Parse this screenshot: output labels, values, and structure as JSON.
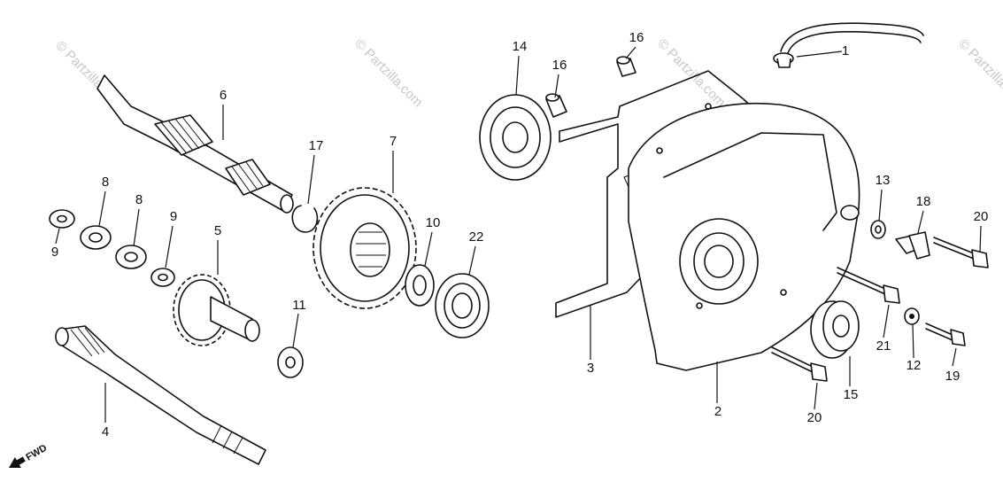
{
  "watermark": {
    "left": "© Partzilla.com",
    "repeat": "© Partzilla.com"
  },
  "fwd_label": "FWD",
  "callouts": {
    "c1": "1",
    "c2": "2",
    "c3": "3",
    "c4": "4",
    "c5": "5",
    "c6": "6",
    "c7": "7",
    "c8a": "8",
    "c8b": "8",
    "c9a": "9",
    "c9b": "9",
    "c10": "10",
    "c11": "11",
    "c12": "12",
    "c13": "13",
    "c14": "14",
    "c15": "15",
    "c16a": "16",
    "c16b": "16",
    "c17": "17",
    "c18": "18",
    "c19": "19",
    "c20a": "20",
    "c20b": "20",
    "c21": "21",
    "c22": "22"
  }
}
